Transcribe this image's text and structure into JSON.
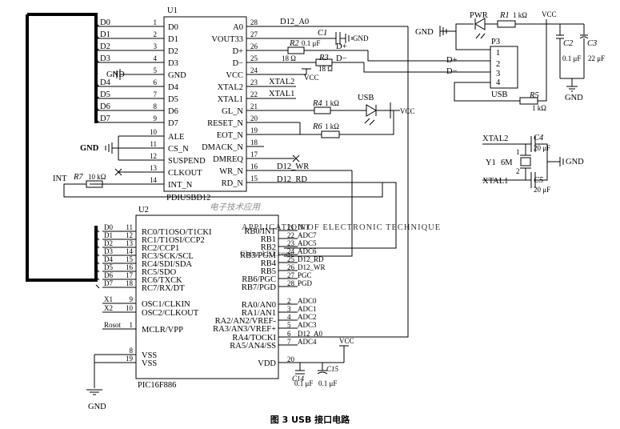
{
  "caption": "图 3   USB 接口电路",
  "watermark": {
    "cn": "电子技术应用",
    "en": "APPLICATION OF ELECTRONIC TECHNIQUE",
    "url": "ChinaAET.com"
  },
  "u1": {
    "ref": "U1",
    "part": "PDIUSBD12",
    "left_pins": [
      {
        "num": "1",
        "name": "D0"
      },
      {
        "num": "2",
        "name": "D1"
      },
      {
        "num": "3",
        "name": "D2"
      },
      {
        "num": "4",
        "name": "D3"
      },
      {
        "num": "5",
        "name": "GND"
      },
      {
        "num": "6",
        "name": "D4"
      },
      {
        "num": "7",
        "name": "D5"
      },
      {
        "num": "8",
        "name": "D6"
      },
      {
        "num": "9",
        "name": "D7"
      },
      {
        "num": "10",
        "name": "ALE"
      },
      {
        "num": "11",
        "name": "CS_N"
      },
      {
        "num": "12",
        "name": "SUSPEND"
      },
      {
        "num": "13",
        "name": "CLKOUT"
      },
      {
        "num": "14",
        "name": "INT_N"
      }
    ],
    "right_pins": [
      {
        "num": "28",
        "name": "A0"
      },
      {
        "num": "27",
        "name": "VOUT33"
      },
      {
        "num": "26",
        "name": "D+"
      },
      {
        "num": "25",
        "name": "D−"
      },
      {
        "num": "24",
        "name": "VCC"
      },
      {
        "num": "23",
        "name": "XTAL2"
      },
      {
        "num": "22",
        "name": "XTAL1"
      },
      {
        "num": "21",
        "name": "GL_N"
      },
      {
        "num": "20",
        "name": "RESET_N"
      },
      {
        "num": "19",
        "name": "EOT_N"
      },
      {
        "num": "18",
        "name": "DMACK_N"
      },
      {
        "num": "17",
        "name": "DMREQ"
      },
      {
        "num": "16",
        "name": "WR_N"
      },
      {
        "num": "15",
        "name": "RD_N"
      }
    ],
    "bus_left": [
      "D0",
      "D1",
      "D2",
      "D3",
      "GND",
      "D4",
      "D5",
      "D6",
      "D7"
    ],
    "net_right": [
      "D12_A0",
      "XTAL2",
      "XTAL1",
      "D12_WR",
      "D12_RD"
    ]
  },
  "u2": {
    "ref": "U2",
    "part": "PIC16F886",
    "left_pins": [
      {
        "num": "11",
        "name": "RC0/T1OSO/T1CKI",
        "net": "D0"
      },
      {
        "num": "12",
        "name": "RC1/T1OSI/CCP2",
        "net": "D1"
      },
      {
        "num": "13",
        "name": "RC2/CCP1",
        "net": "D2"
      },
      {
        "num": "14",
        "name": "RC3/SCK/SCL",
        "net": "D3"
      },
      {
        "num": "15",
        "name": "RC4/SDI/SDA",
        "net": "D4"
      },
      {
        "num": "16",
        "name": "RC5/SDO",
        "net": "D5"
      },
      {
        "num": "17",
        "name": "RC6/TXCK",
        "net": "D6"
      },
      {
        "num": "18",
        "name": "RC7/RX/DT",
        "net": "D7"
      },
      {
        "num": "9",
        "name": "OSC1/CLKIN",
        "net": "X1"
      },
      {
        "num": "10",
        "name": "OSC2/CLKOUT",
        "net": "X2"
      },
      {
        "num": "1",
        "name": "MCLR/VPP",
        "net": "Rosot"
      },
      {
        "num": "8",
        "name": "VSS",
        "net": ""
      },
      {
        "num": "19",
        "name": "VSS",
        "net": ""
      }
    ],
    "right_pins": [
      {
        "num": "21",
        "name": "RB0/INT",
        "net": "INT"
      },
      {
        "num": "22",
        "name": "RB1",
        "net": "ADC7"
      },
      {
        "num": "23",
        "name": "RB2",
        "net": "ADC5"
      },
      {
        "num": "24",
        "name": "RB3/PGM",
        "net": "ADC6"
      },
      {
        "num": "25",
        "name": "RB4",
        "net": "D12_RD"
      },
      {
        "num": "26",
        "name": "RB5",
        "net": "D12_WR"
      },
      {
        "num": "27",
        "name": "RB6/PGC",
        "net": "PGC"
      },
      {
        "num": "28",
        "name": "RB7/PGD",
        "net": "PGD"
      },
      {
        "num": "2",
        "name": "RA0/AN0",
        "net": "ADC0"
      },
      {
        "num": "3",
        "name": "RA1/AN1",
        "net": "ADC1"
      },
      {
        "num": "4",
        "name": "RA2/AN2/VREF-",
        "net": "ADC2"
      },
      {
        "num": "5",
        "name": "RA3/AN3/VREF+",
        "net": "ADC3"
      },
      {
        "num": "6",
        "name": "RA4/TOCKI",
        "net": "D12_A0"
      },
      {
        "num": "7",
        "name": "RA5/AN4/SS",
        "net": "ADC4"
      },
      {
        "num": "20",
        "name": "VDD",
        "net": ""
      }
    ]
  },
  "parts": {
    "c1": {
      "ref": "C1",
      "value": "0.1 μF"
    },
    "r2": {
      "ref": "R2",
      "value": "18 Ω"
    },
    "r3": {
      "ref": "R3",
      "value": "18 Ω"
    },
    "r4": {
      "ref": "R4",
      "value": "1 kΩ"
    },
    "r6": {
      "ref": "R6",
      "value": "1 kΩ"
    },
    "r7": {
      "ref": "R7",
      "value": "10 kΩ"
    },
    "r1": {
      "ref": "R1",
      "value": "1 kΩ"
    },
    "r5": {
      "ref": "R5",
      "value": "1 kΩ"
    },
    "c2": {
      "ref": "C2",
      "value": "0.1 μF"
    },
    "c3": {
      "ref": "C3",
      "value": "22 μF"
    },
    "c4": {
      "ref": "C4",
      "value": "20 μF"
    },
    "c5": {
      "ref": "C5",
      "value": "20 μF"
    },
    "c14": {
      "ref": "C14",
      "value": "0.1 μF"
    },
    "c15": {
      "ref": "C15",
      "value": "0.1 μF"
    },
    "y1": {
      "ref": "Y1",
      "value": "6M"
    },
    "p3": {
      "ref": "P3",
      "label": "USB",
      "pins": [
        "1",
        "2",
        "3",
        "4"
      ]
    },
    "pwr": "PWR",
    "usb_led": "USB"
  },
  "labels": {
    "gnd": "GND",
    "vcc": "VCC",
    "int": "INT",
    "dplus": "D+",
    "dminus": "D−",
    "xtal2": "XTAL2",
    "xtal1": "XTAL1",
    "x1": "X1",
    "x2": "X2",
    "rosot": "Rosot",
    "y1_pin1": "1",
    "y1_pin2": "2"
  }
}
